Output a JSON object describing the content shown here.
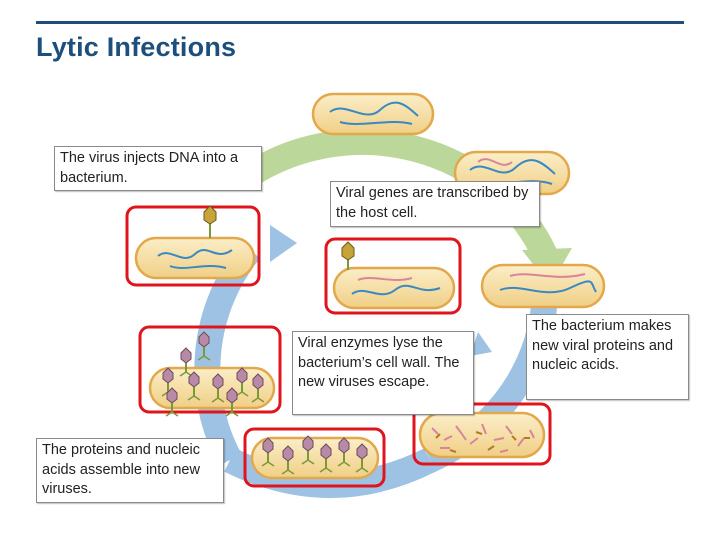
{
  "slide": {
    "title": "Lytic Infections"
  },
  "colors": {
    "title": "#1d4f7c",
    "cycle_green": "#bcd79a",
    "cycle_blue": "#9ec2e4",
    "highlight_red": "#e0141c",
    "cell_fill": "#f2d79a",
    "cell_border": "#e3a84a",
    "dna_blue": "#3a89c0",
    "viral_rna_pink": "#d9849a"
  },
  "callouts": {
    "injects": "The virus injects DNA into a bacterium.",
    "transcribed": "Viral genes are transcribed by the host cell.",
    "makes_new": "The bacterium makes new viral proteins and nucleic acids.",
    "lyse": "Viral enzymes lyse the bacterium’s cell wall. The new viruses escape.",
    "assemble": "The proteins and nucleic acids assemble into new viruses."
  }
}
